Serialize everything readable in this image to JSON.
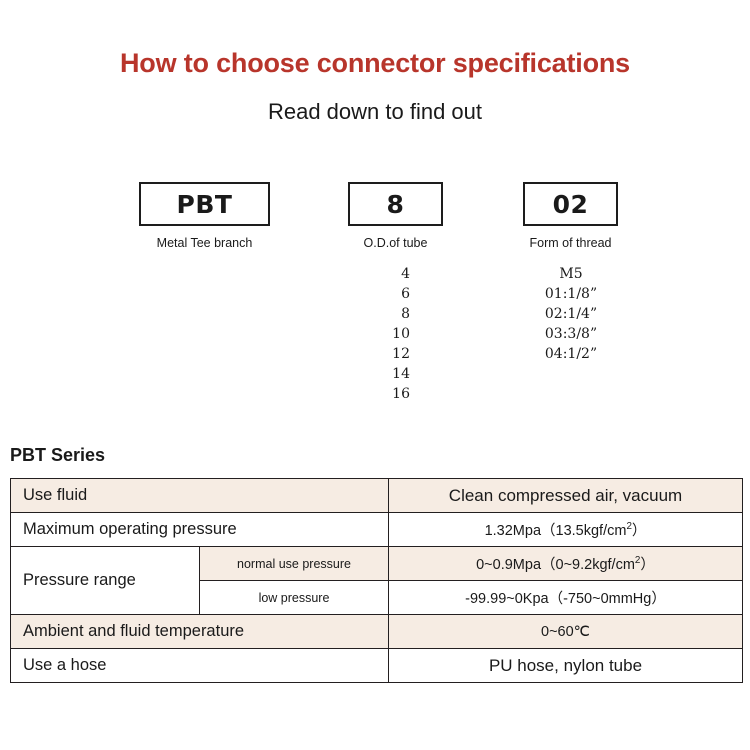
{
  "header": {
    "title": "How to choose connector specifications",
    "subtitle": "Read down to find out",
    "title_color": "#b8352b"
  },
  "code_builder": {
    "segments": [
      {
        "code": "PBT",
        "caption": "Metal Tee branch",
        "options": []
      },
      {
        "code": "8",
        "caption": "O.D.of tube",
        "options": [
          "4",
          "6",
          "8",
          "10",
          "12",
          "14",
          "16"
        ]
      },
      {
        "code": "02",
        "caption": "Form of thread",
        "options": [
          "M5",
          "01:1/8”",
          "02:1/4”",
          "03:3/8”",
          "04:1/2”"
        ]
      }
    ]
  },
  "spec": {
    "heading": "PBT Series",
    "colors": {
      "row_highlight": "#f6ece3",
      "row_plain": "#ffffff",
      "border": "#231f20"
    },
    "rows": [
      {
        "label": "Use fluid",
        "sublabel": "",
        "value": "Clean compressed air, vacuum",
        "shaded": true
      },
      {
        "label": "Maximum operating pressure",
        "sublabel": "",
        "value": "1.32Mpa（13.5kgf/cm²）",
        "shaded": false
      },
      {
        "label": "Pressure range",
        "sublabel": "normal use pressure",
        "value": "0~0.9Mpa（0~9.2kgf/cm²）",
        "shaded": true
      },
      {
        "label": "",
        "sublabel": "low pressure",
        "value": "-99.99~0Kpa（-750~0mmHg）",
        "shaded": false
      },
      {
        "label": "Ambient and fluid temperature",
        "sublabel": "",
        "value": "0~60℃",
        "shaded": true
      },
      {
        "label": "Use a hose",
        "sublabel": "",
        "value": "PU hose, nylon tube",
        "shaded": false
      }
    ]
  }
}
